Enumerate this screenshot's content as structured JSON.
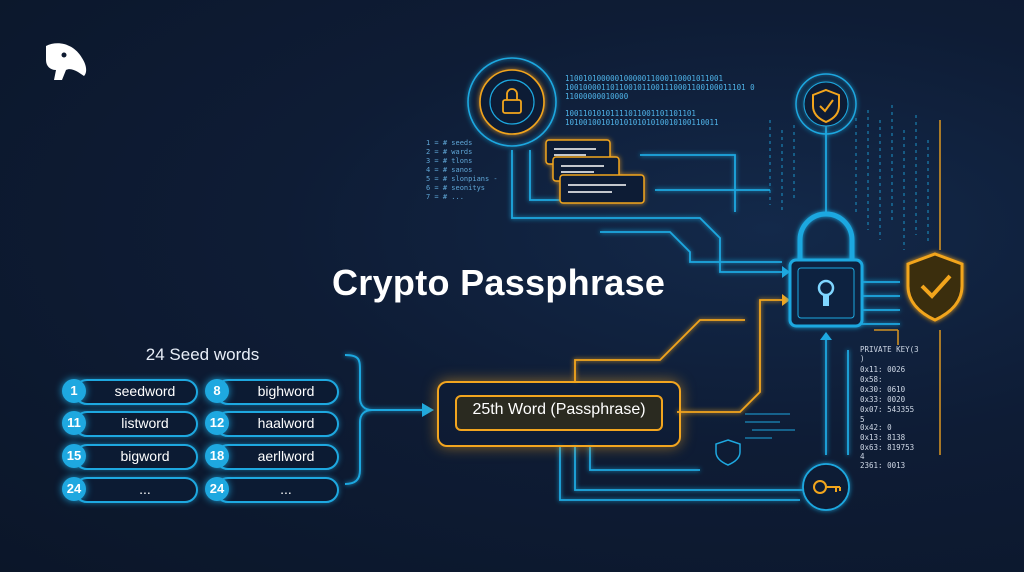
{
  "title": "Crypto Passphrase",
  "seed_section": {
    "title": "24 Seed words",
    "items": [
      {
        "num": "1",
        "word": "seedword"
      },
      {
        "num": "8",
        "word": "bighword"
      },
      {
        "num": "11",
        "word": "listword"
      },
      {
        "num": "12",
        "word": "haalword"
      },
      {
        "num": "15",
        "word": "bigword"
      },
      {
        "num": "18",
        "word": "aerllword"
      },
      {
        "num": "24",
        "word": "..."
      },
      {
        "num": "24",
        "word": "..."
      }
    ]
  },
  "passphrase_label": "25th Word (Passphrase)",
  "binary_lines": [
    "11001010000010000011000110001011001",
    "1001000011011001011001110001100100011101 0",
    "11000000010000",
    "10011010101111011001101101101",
    "1010010010101010101010010100110011"
  ],
  "index_list": [
    "1 = # seeds",
    "2 = # wards",
    "3 = # tlons",
    "4 = # sanos",
    "5 = # slonpians -",
    "6 = # seonitys",
    "7 = # ..."
  ],
  "private_key_lines": [
    "PRIVATE KEY(3",
    ")",
    "0x11: 0026",
    "0x58:",
    "0x30: 0610",
    "0x33: 0020",
    "0x07: 543355",
    "5",
    "0x42: 0",
    "0x13: 8138",
    "0x63: 819753",
    "4",
    "2361: 0013"
  ],
  "icons": [
    "logo-icon",
    "padlock-icon",
    "shield-check-icon",
    "key-icon",
    "small-lock-icon",
    "small-shield-icon"
  ],
  "colors": {
    "background": "#0d1a30",
    "accent_cyan": "#1ea8e0",
    "accent_gold": "#f2a51f"
  }
}
